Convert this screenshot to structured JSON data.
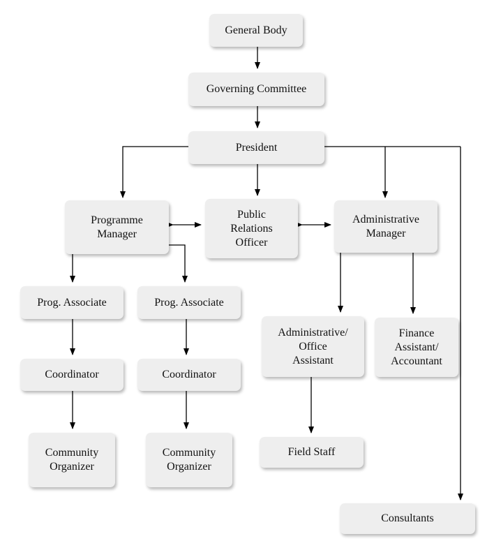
{
  "nodes": {
    "general_body": "General Body",
    "governing_committee": "Governing Committee",
    "president": "President",
    "programme_manager": "Programme\nManager",
    "public_relations_officer": "Public\nRelations\nOfficer",
    "administrative_manager": "Administrative\nManager",
    "prog_associate_1": "Prog. Associate",
    "prog_associate_2": "Prog. Associate",
    "coordinator_1": "Coordinator",
    "coordinator_2": "Coordinator",
    "community_organizer_1": "Community\nOrganizer",
    "community_organizer_2": "Community\nOrganizer",
    "administrative_office_assistant": "Administrative/\nOffice\nAssistant",
    "finance_assistant": "Finance\nAssistant/\nAccountant",
    "field_staff": "Field Staff",
    "consultants": "Consultants"
  },
  "colors": {
    "box_fill": "#eeeeee",
    "line": "#000000"
  }
}
